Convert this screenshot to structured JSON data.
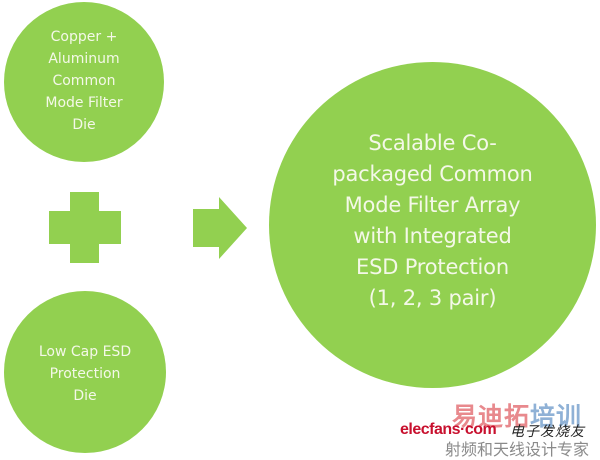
{
  "diagram": {
    "input_1": {
      "label": "Copper +\nAluminum\nCommon\nMode Filter\nDie"
    },
    "input_2": {
      "label": "Low Cap ESD\nProtection\nDie"
    },
    "operator": {
      "symbol": "plus-icon"
    },
    "flow": {
      "symbol": "right-arrow-icon"
    },
    "output": {
      "label": "Scalable        Co-\npackaged Common\nMode Filter Array\nwith Integrated\nESD Protection\n(1, 2, 3 pair)"
    },
    "colors": {
      "shape_fill": "#92d050",
      "text": "#f4f8e8",
      "background": "#ffffff"
    }
  },
  "watermark": {
    "brand_cn_part1": "易迪拓",
    "brand_cn_part2": "培训",
    "site": "elecfans·com",
    "site_cn": "电子发烧友",
    "tagline": "射频和天线设计专家",
    "colors": {
      "part1": "#e8898d",
      "part2": "#8fb1d6",
      "site": "#c8102e",
      "tagline": "#8a8a8a"
    }
  }
}
